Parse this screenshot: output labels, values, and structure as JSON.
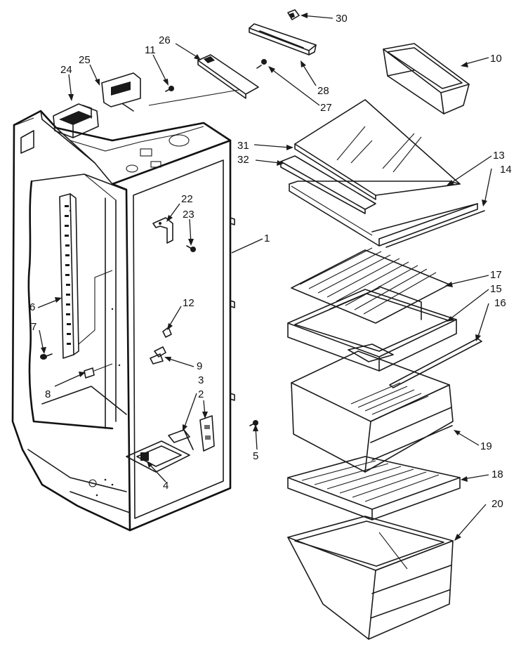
{
  "callouts": [
    {
      "id": "c30",
      "text": "30"
    },
    {
      "id": "c10",
      "text": "10"
    },
    {
      "id": "c26",
      "text": "26"
    },
    {
      "id": "c11",
      "text": "11"
    },
    {
      "id": "c25",
      "text": "25"
    },
    {
      "id": "c24",
      "text": "24"
    },
    {
      "id": "c28",
      "text": "28"
    },
    {
      "id": "c27",
      "text": "27"
    },
    {
      "id": "c31",
      "text": "31"
    },
    {
      "id": "c32",
      "text": "32"
    },
    {
      "id": "c13",
      "text": "13"
    },
    {
      "id": "c14",
      "text": "14"
    },
    {
      "id": "c1",
      "text": "1"
    },
    {
      "id": "c22",
      "text": "22"
    },
    {
      "id": "c23",
      "text": "23"
    },
    {
      "id": "c17",
      "text": "17"
    },
    {
      "id": "c15",
      "text": "15"
    },
    {
      "id": "c16",
      "text": "16"
    },
    {
      "id": "c12",
      "text": "12"
    },
    {
      "id": "c6",
      "text": "6"
    },
    {
      "id": "c7",
      "text": "7"
    },
    {
      "id": "c9",
      "text": "9"
    },
    {
      "id": "c3",
      "text": "3"
    },
    {
      "id": "c2",
      "text": "2"
    },
    {
      "id": "c8",
      "text": "8"
    },
    {
      "id": "c19",
      "text": "19"
    },
    {
      "id": "c18",
      "text": "18"
    },
    {
      "id": "c5",
      "text": "5"
    },
    {
      "id": "c4",
      "text": "4"
    },
    {
      "id": "c20",
      "text": "20"
    }
  ]
}
